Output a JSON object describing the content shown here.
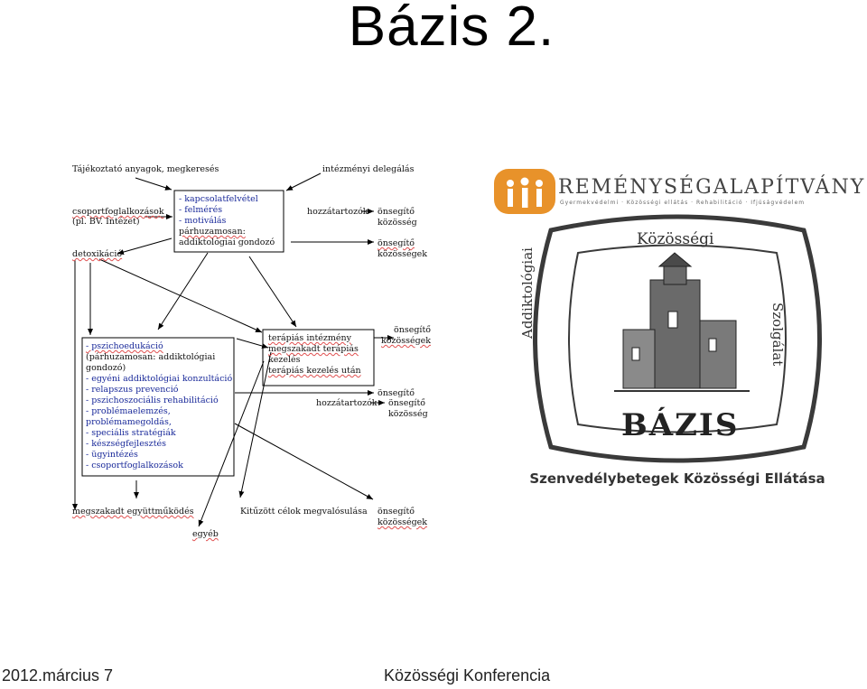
{
  "slide": {
    "title": "Bázis 2."
  },
  "footer": {
    "date": "2012.március 7",
    "event": "Közösségi Konferencia"
  },
  "diagram": {
    "top_left": "Tájékoztató anyagok, megkeresés",
    "top_right": "intézményi delegálás",
    "left_groups": "csoportfoglalkozások",
    "left_groups2": "(pl. BV. Intézet)",
    "detox": "detoxikáció",
    "intake_box": [
      "-    kapcsolatfelvétel",
      "-    felmérés",
      "-    motiválás",
      "párhuzamosan:",
      "addiktológiai gondozó"
    ],
    "relatives_1": "hozzátartozók",
    "selfhelp_1a": "önsegítő",
    "selfhelp_1b": "közösség",
    "selfhelp_2a": "önsegítő",
    "selfhelp_2b": "közösségek",
    "therapy_box": [
      "terápiás intézmény",
      "megszakadt terápiás",
      "kezelés",
      "terápiás kezelés után"
    ],
    "selfhelp_3a": "önsegítő",
    "selfhelp_3b": "közösségek",
    "main_box": [
      "- pszichoedukáció",
      "(párhuzamosan: addiktológiai",
      "gondozó)",
      "  - egyéni addiktológiai konzultáció",
      "  - relapszus prevenció",
      "- pszichoszociális rehabilitáció",
      "- problémaelemzés,",
      "  problémamegoldás,",
      "- speciális stratégiák",
      "- készségfejlesztés",
      "- ügyintézés",
      "- csoportfoglalkozások"
    ],
    "selfhelp_4a": "önsegítő",
    "relatives_2": "hozzátartozók",
    "selfhelp_4b": "önsegítő",
    "selfhelp_4c": "közösség",
    "broken": "megszakadt együttműködés",
    "goals": "Kitűzött célok megvalósulása",
    "selfhelp_5a": "önsegítő",
    "selfhelp_5b": "közösségek",
    "other": "egyéb"
  },
  "logo": {
    "org_name": "REMÉNYSÉGALAPÍTVÁNY",
    "org_sub": "Gyermekvédelmi · Közösségi ellátás · Rehabilitáció · Ifjúságvédelem",
    "ring_top": "Közösségi",
    "ring_left": "Addiktológiai",
    "ring_right": "Szolgálat",
    "ring_bottom": "BÁZIS",
    "service": "Szenvedélybetegek Közösségi Ellátása",
    "colors": {
      "accent": "#e8922a",
      "ink": "#3a3a3a"
    }
  }
}
